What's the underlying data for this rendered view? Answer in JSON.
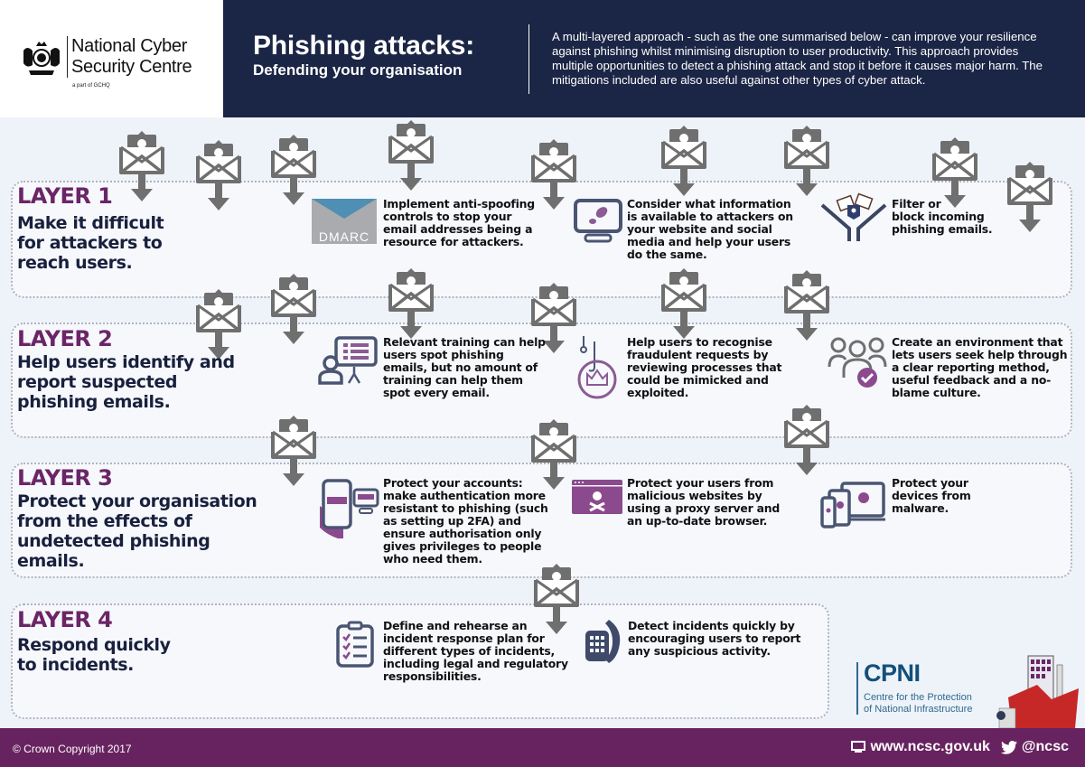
{
  "header": {
    "org_name_line1": "National Cyber",
    "org_name_line2": "Security Centre",
    "org_tagline": "a part of GCHQ",
    "title": "Phishing attacks:",
    "subtitle": "Defending your organisation",
    "intro": "A multi-layered approach - such as the one summarised below - can improve your resilience against phishing whilst minimising disruption to user productivity. This approach provides multiple opportunities to detect a phishing attack and stop it before it causes major harm. The mitigations included are also useful against other types of cyber attack."
  },
  "layers": [
    {
      "label": "LAYER 1",
      "heading": [
        "Make it difficult",
        "for attackers to",
        "reach users."
      ],
      "items": [
        {
          "icon": "dmarc-envelope-icon",
          "icon_text": "DMARC",
          "text": [
            "Implement anti-spoofing",
            "controls to stop your",
            "email addresses being a",
            "resource for attackers."
          ]
        },
        {
          "icon": "monitor-footprint-icon",
          "text": [
            "Consider what information",
            "is available to attackers on",
            "your website and social",
            "media and help your users",
            "do the same."
          ]
        },
        {
          "icon": "email-filter-icon",
          "text": [
            "Filter or",
            "block incoming",
            "phishing emails."
          ]
        }
      ]
    },
    {
      "label": "LAYER 2",
      "heading": [
        "Help users identify and",
        "report suspected",
        "phishing emails."
      ],
      "items": [
        {
          "icon": "training-presentation-icon",
          "text": [
            "Relevant training can help",
            "users spot phishing",
            "emails, but no amount of",
            "training can help them",
            "spot every email."
          ]
        },
        {
          "icon": "hook-crown-icon",
          "text": [
            "Help users to recognise",
            "fraudulent requests by",
            "reviewing processes that",
            "could be mimicked and",
            "exploited."
          ]
        },
        {
          "icon": "users-check-icon",
          "text": [
            "Create an environment that",
            "lets users seek help through",
            "a clear reporting method,",
            "useful feedback and a no-",
            "blame culture."
          ]
        }
      ]
    },
    {
      "label": "LAYER 3",
      "heading": [
        "Protect your organisation",
        "from the effects of",
        "undetected phishing",
        "emails."
      ],
      "items": [
        {
          "icon": "phone-2fa-icon",
          "text": [
            "Protect your accounts:",
            "make authentication more",
            "resistant to phishing (such",
            "as setting up 2FA) and",
            "ensure authorisation only",
            "gives privileges to people",
            "who need them."
          ]
        },
        {
          "icon": "malicious-browser-icon",
          "text": [
            "Protect your users from",
            "malicious websites by",
            "using a proxy server and",
            "an up-to-date browser."
          ]
        },
        {
          "icon": "devices-malware-icon",
          "text": [
            "Protect your",
            "devices from",
            "malware."
          ]
        }
      ]
    },
    {
      "label": "LAYER 4",
      "heading": [
        "Respond quickly",
        "to incidents."
      ],
      "items": [
        {
          "icon": "checklist-clipboard-icon",
          "text": [
            "Define and rehearse an",
            "incident response plan for",
            "different types of incidents,",
            "including legal and regulatory",
            "responsibilities."
          ]
        },
        {
          "icon": "telephone-icon",
          "text": [
            "Detect incidents quickly by",
            "encouraging users to report",
            "any suspicious activity."
          ]
        }
      ]
    }
  ],
  "partner": {
    "name": "CPNI",
    "full_name_line1": "Centre for the Protection",
    "full_name_line2": "of National Infrastructure"
  },
  "footer": {
    "copyright": "© Crown Copyright 2017",
    "website": "www.ncsc.gov.uk",
    "twitter": "@ncsc"
  },
  "colors": {
    "header_navy": "#1b2545",
    "layer_purple": "#6b2567",
    "heading_navy": "#18203d",
    "footer_purple": "#67235f",
    "envelope_grey": "#6f6f6f",
    "cpni_blue": "#12507a"
  }
}
